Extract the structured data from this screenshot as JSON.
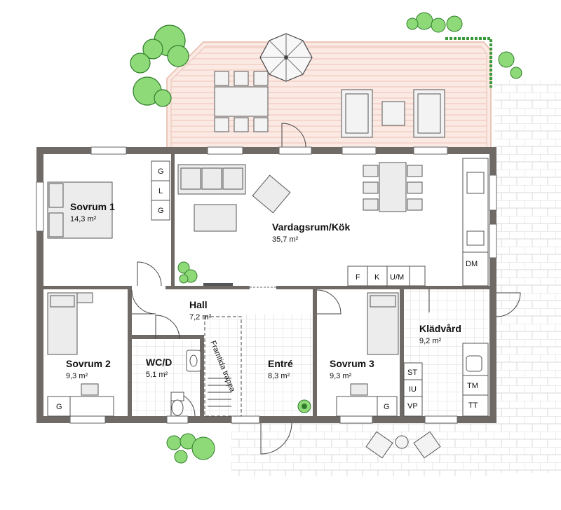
{
  "rooms": {
    "sovrum1": {
      "name": "Sovrum 1",
      "area": "14,3 m²"
    },
    "vardagsrum": {
      "name": "Vardagsrum/Kök",
      "area": "35,7 m²"
    },
    "hall": {
      "name": "Hall",
      "area": "7,2 m²"
    },
    "sovrum2": {
      "name": "Sovrum 2",
      "area": "9,3 m²"
    },
    "wc": {
      "name": "WC/D",
      "area": "5,1 m²"
    },
    "entre": {
      "name": "Entré",
      "area": "8,3 m²"
    },
    "sovrum3": {
      "name": "Sovrum 3",
      "area": "9,3 m²"
    },
    "kladvard": {
      "name": "Klädvård",
      "area": "9,2 m²"
    }
  },
  "fixtures": {
    "wardrobe1": [
      "G",
      "L",
      "G"
    ],
    "kitchen": [
      "F",
      "K",
      "U/M"
    ],
    "dm": "DM",
    "sovrum2_wardrobe": "G",
    "sovrum3_wardrobe": "G",
    "laundry_left": [
      "ST",
      "IU",
      "VP"
    ],
    "laundry_right": [
      "TM",
      "TT"
    ]
  },
  "stair_label": "Framtida trappa",
  "colors": {
    "wall": "#6f6a66",
    "deck": "#f6ddd5",
    "deck_line": "#e8b8aa",
    "tile": "#c9c9c9",
    "furniture": "#ececec",
    "furniture_stroke": "#555555",
    "plant": "#7ed06a",
    "plant_dark": "#2f7d2a"
  }
}
